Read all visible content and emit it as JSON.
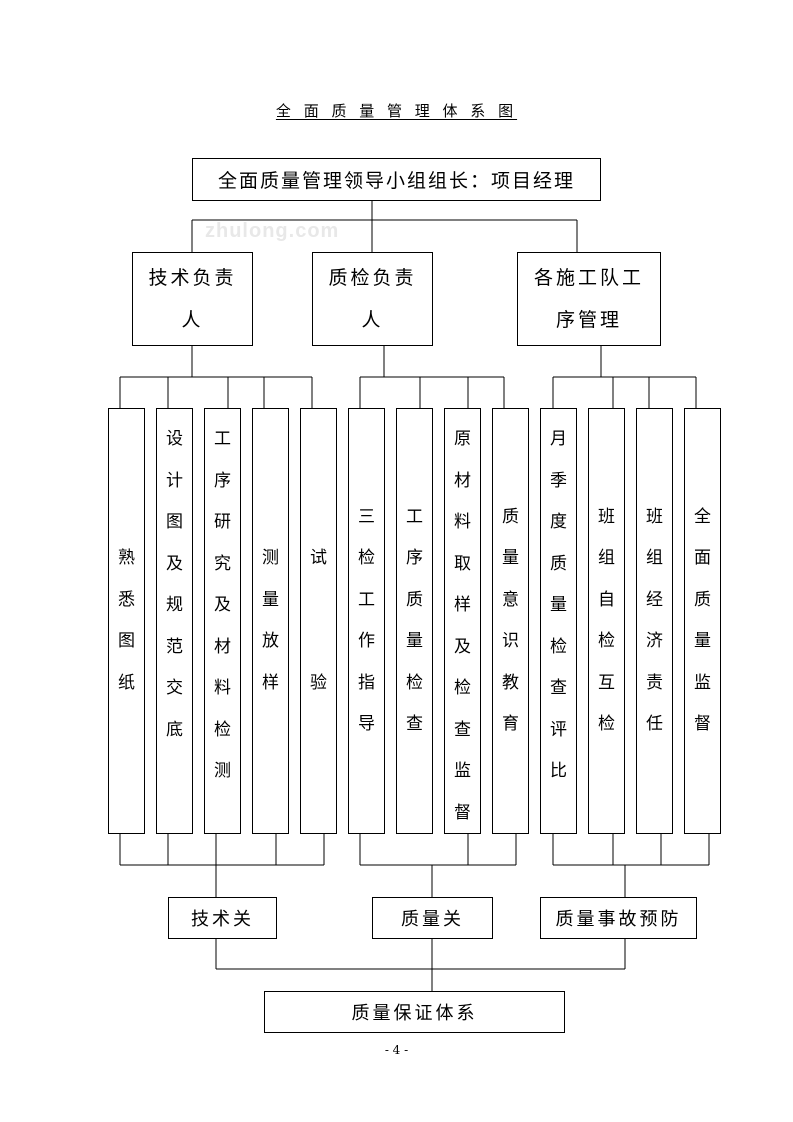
{
  "title": "全 面 质 量 管 理 体 系 图",
  "watermark": "zhulong.com",
  "top_box": "全面质量管理领导小组组长：项目经理",
  "mid_boxes": [
    "技术负责人",
    "质检负责人",
    "各施工队工序管理"
  ],
  "columns": [
    {
      "text": "熟悉图纸"
    },
    {
      "text": "设计图及规范交底"
    },
    {
      "text": "工序研究及材料检测"
    },
    {
      "text": "测量放样"
    },
    {
      "text": "试验"
    },
    {
      "text": "三检工作指导"
    },
    {
      "text": "工序质量检查"
    },
    {
      "text": "原材料取样及检查监督"
    },
    {
      "text": "质量意识教育"
    },
    {
      "text": "月季度质量检查评比"
    },
    {
      "text": "班组自检互检"
    },
    {
      "text": "班组经济责任"
    },
    {
      "text": "全面质量监督"
    }
  ],
  "bottom_boxes": [
    "技术关",
    "质量关",
    "质量事故预防"
  ],
  "final_box": "质量保证体系",
  "page_number": "- 4 -"
}
